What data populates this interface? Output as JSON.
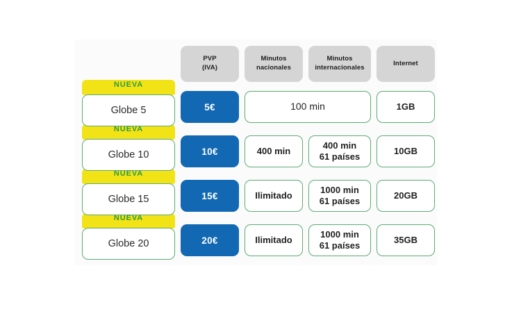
{
  "table": {
    "headers": [
      {
        "name": "plan-column",
        "line1": "",
        "line2": ""
      },
      {
        "name": "price-column",
        "line1": "PVP",
        "line2": "(IVA)"
      },
      {
        "name": "national-minutes-column",
        "line1": "Minutos",
        "line2": "nacionales"
      },
      {
        "name": "international-minutes-column",
        "line1": "Minutos",
        "line2": "internacionales"
      },
      {
        "name": "internet-column",
        "line1": "Internet",
        "line2": ""
      }
    ],
    "badge_label": "NUEVA",
    "rows": [
      {
        "plan": "Globe 5",
        "badge": "NUEVA",
        "price": "5€",
        "minutes_merged": true,
        "minutes_combined": "100 min",
        "national_l1": "",
        "national_l2": "",
        "international_l1": "",
        "international_l2": "",
        "internet": "1GB"
      },
      {
        "plan": "Globe 10",
        "badge": "NUEVA",
        "price": "10€",
        "minutes_merged": false,
        "minutes_combined": "",
        "national_l1": "400 min",
        "national_l2": "",
        "international_l1": "400 min",
        "international_l2": "61 países",
        "internet": "10GB"
      },
      {
        "plan": "Globe 15",
        "badge": "NUEVA",
        "price": "15€",
        "minutes_merged": false,
        "minutes_combined": "",
        "national_l1": "Ilimitado",
        "national_l2": "",
        "international_l1": "1000 min",
        "international_l2": "61 países",
        "internet": "20GB"
      },
      {
        "plan": "Globe 20",
        "badge": "NUEVA",
        "price": "20€",
        "minutes_merged": false,
        "minutes_combined": "",
        "national_l1": "Ilimitado",
        "national_l2": "",
        "international_l1": "1000 min",
        "international_l2": "61 países",
        "internet": "35GB"
      }
    ]
  },
  "colors": {
    "badge_yellow": "#f2e317",
    "badge_text_green": "#2f9b3f",
    "card_border_green": "#5daa73",
    "price_blue": "#1268b3",
    "header_grey": "#d5d5d5",
    "page_background": "#ffffff"
  }
}
